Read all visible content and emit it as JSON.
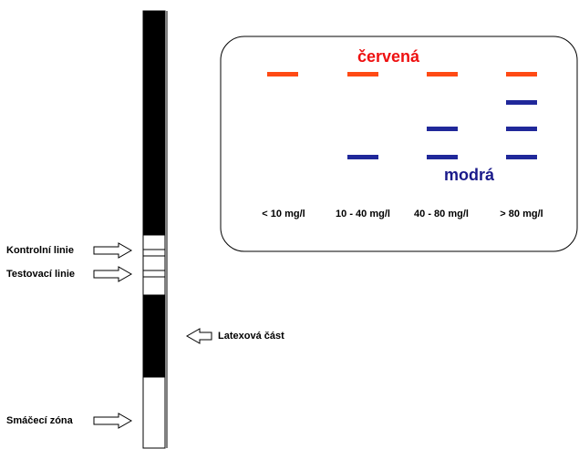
{
  "strip_labels": {
    "control_line": "Kontrolní linie",
    "test_line": "Testovací linie",
    "latex_part": "Latexová část",
    "wetting_zone": "Smáčecí zóna"
  },
  "legend": {
    "red_label": "červená",
    "blue_label": "modrá",
    "concentrations": [
      "< 10 mg/l",
      "10 - 40 mg/l",
      "40 - 80 mg/l",
      "> 80 mg/l"
    ],
    "blue_line_counts": [
      0,
      1,
      2,
      3
    ],
    "red_line_counts": [
      1,
      1,
      1,
      1
    ]
  },
  "colors": {
    "red": "#ff4a14",
    "blue": "#20289a",
    "red_text": "#ee1111",
    "blue_text": "#1a1a8a"
  }
}
